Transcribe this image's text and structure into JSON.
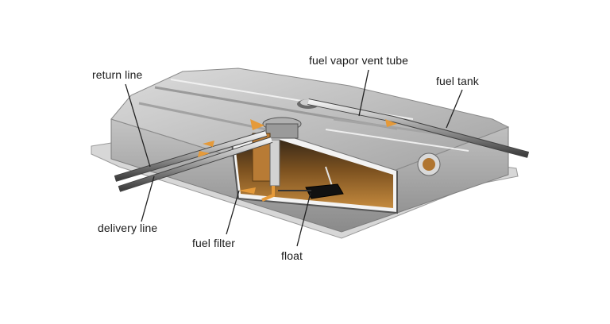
{
  "labels": {
    "return_line": "return line",
    "fuel_vapor_vent_tube": "fuel vapor vent tube",
    "fuel_tank": "fuel tank",
    "delivery_line": "delivery line",
    "fuel_filter": "fuel filter",
    "float": "float"
  },
  "colors": {
    "tank_metal": "#b9b9b9",
    "tank_shadow": "#8c8c8c",
    "fuel": "#9a6a2c",
    "flow_arrow": "#e59a3a",
    "leader_line": "#222222"
  }
}
